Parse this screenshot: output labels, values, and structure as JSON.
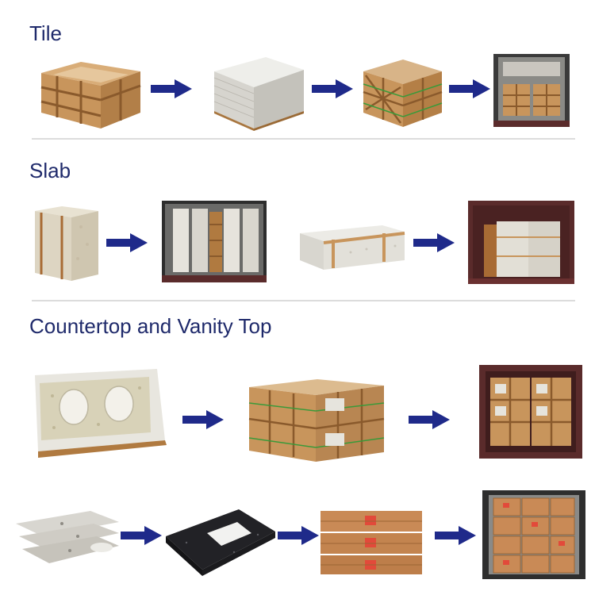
{
  "sections": [
    {
      "title": "Tile"
    },
    {
      "title": "Slab"
    },
    {
      "title": "Countertop and Vanity Top"
    }
  ],
  "colors": {
    "title": "#1f2a6b",
    "arrow": "#1f2a8a",
    "wood": "#c8955c",
    "stone": "#dcd8cc",
    "container": "#5a2b2b",
    "carton": "#c98a56"
  },
  "icons": [
    "right-arrow-icon"
  ],
  "photos": [
    "empty-wooden-crate",
    "tile-stack-in-crate",
    "strapped-tile-crate",
    "tile-crates-in-container",
    "slab-bundle-on-frame",
    "slab-bundles-in-container",
    "strapped-slab-bundle",
    "slabs-in-container",
    "vanity-top-with-sinks",
    "strapped-countertop-crates",
    "countertop-crates-in-container",
    "vanity-tops-stacked",
    "vanity-top-with-sink",
    "cardboard-cartons",
    "cartons-in-container"
  ]
}
